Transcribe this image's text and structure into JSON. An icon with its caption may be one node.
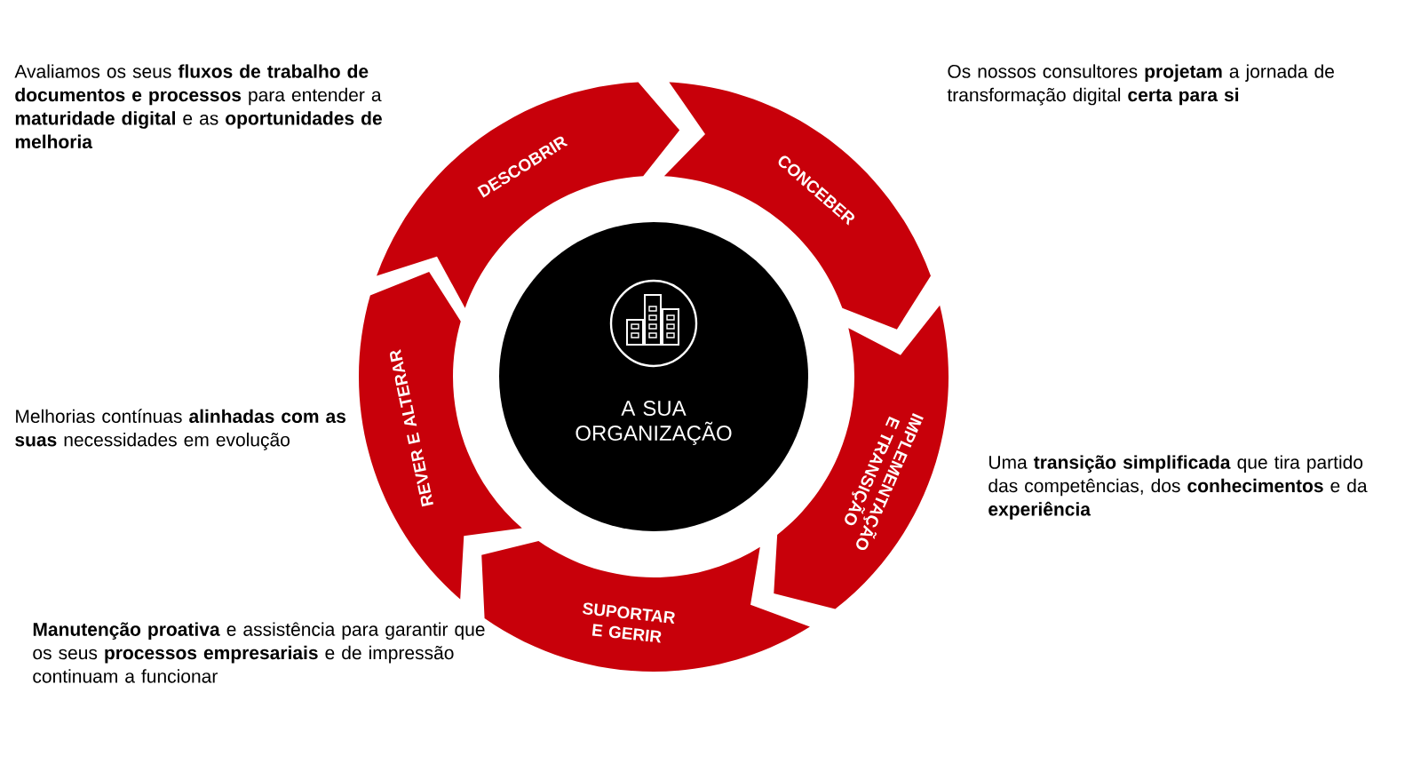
{
  "diagram": {
    "nodes": [
      {
        "text": [
          "DESCOBRIR"
        ],
        "beside": [
          "Avaliamos os seus **fluxos de trabalho de documentos e processos** para entender a **maturidade digital** e as **oportunidades de melhoria**"
        ]
      },
      {
        "text": [
          "CONCEBER"
        ],
        "beside": [
          "Os nossos consultores **projetam** a jornada de transformação digital **certa para si**"
        ]
      },
      {
        "text": [
          "IMPLEMENTAÇÃO E TRANSIÇÃO"
        ],
        "beside": [
          "Uma **transição simplificada** que tira partido das competências, dos **conhecimentos** e da **experiência**"
        ]
      },
      {
        "text": [
          "SUPORTAR E GERIR"
        ],
        "beside": [
          "**Manutenção proativa** e assistência para garantir que os seus **processos empresariais** e de impressão continuam a funcionar"
        ]
      },
      {
        "text": [
          "REVER E ALTERAR"
        ],
        "beside": [
          "Melhorias contínuas **alinhadas com as suas** necessidades em evolução"
        ]
      },
      {
        "text": [
          "A SUA ORGANIZAÇÃO"
        ]
      }
    ]
  }
}
